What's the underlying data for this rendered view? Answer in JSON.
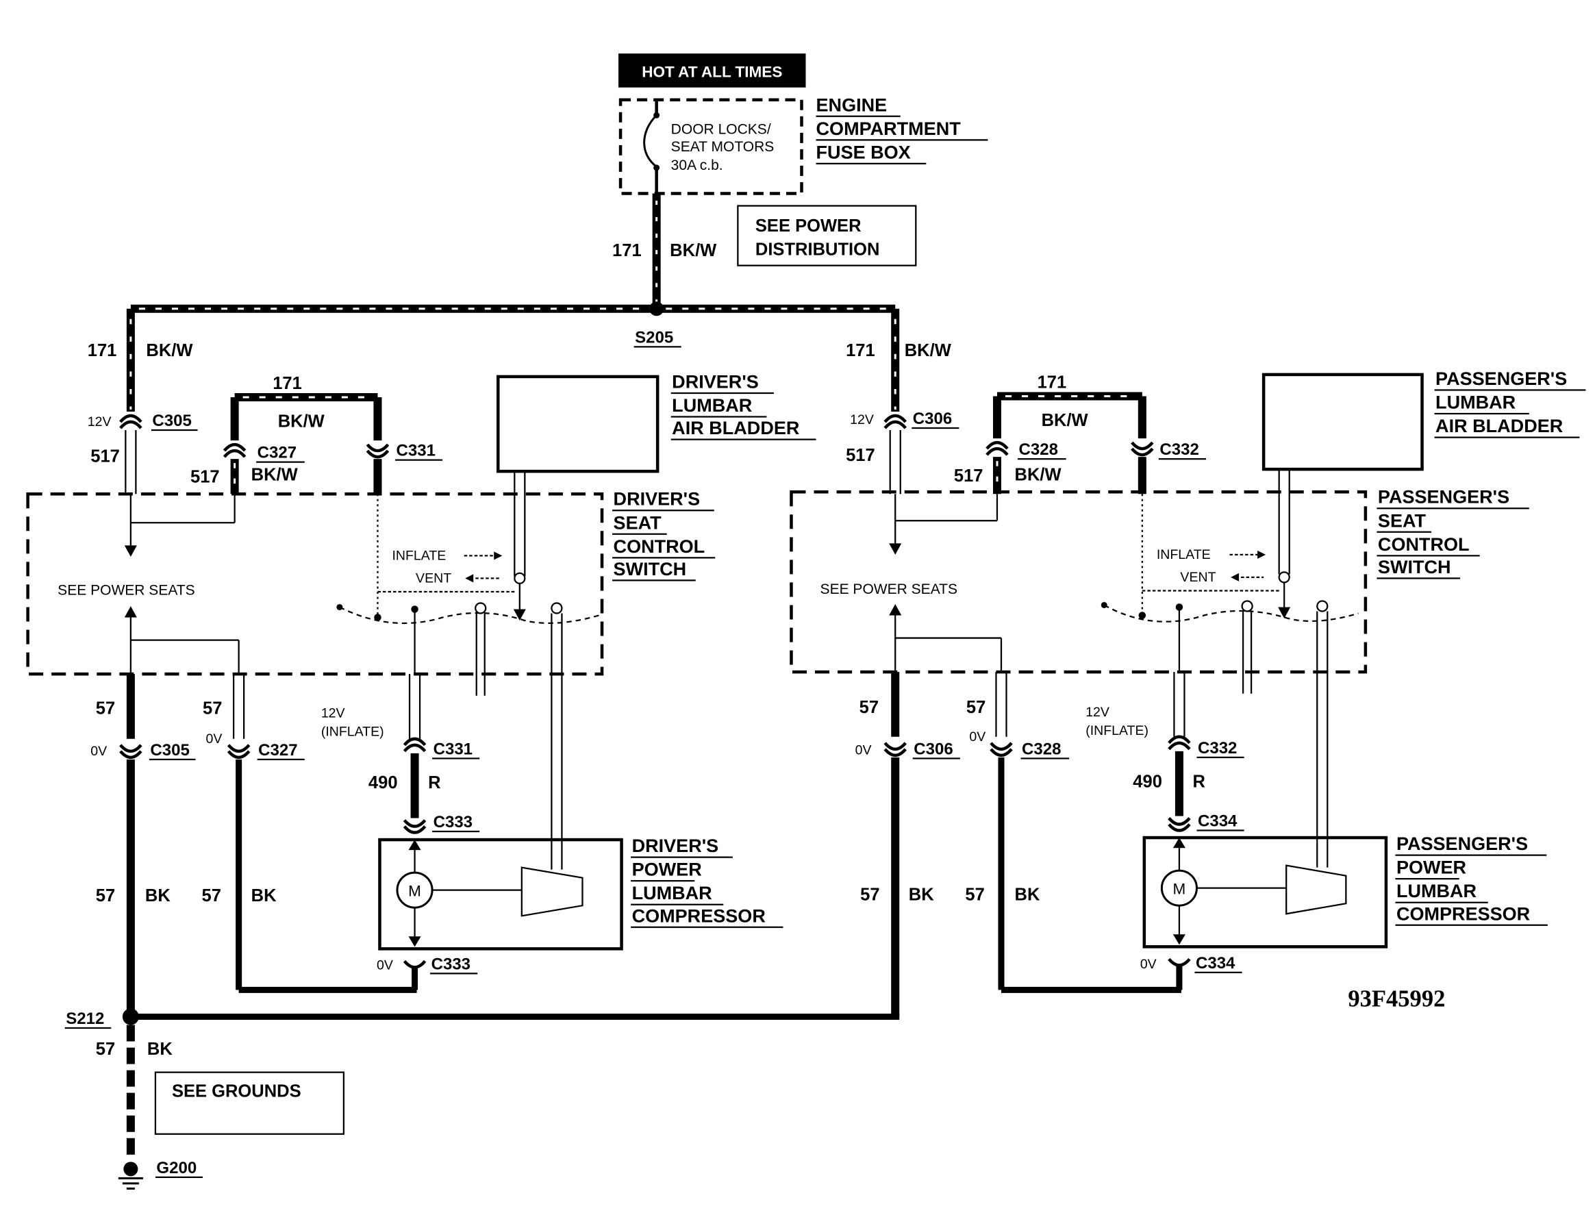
{
  "hot_label": "HOT AT ALL TIMES",
  "fuse": {
    "line1": "DOOR LOCKS/",
    "line2": "SEAT MOTORS",
    "line3": "30A c.b.",
    "box_line1": "ENGINE",
    "box_line2": "COMPARTMENT",
    "box_line3": "FUSE BOX"
  },
  "see_power_distribution": {
    "line1": "SEE POWER",
    "line2": "DISTRIBUTION"
  },
  "see_grounds": "SEE GROUNDS",
  "see_power_seats": "SEE POWER SEATS",
  "splice_s205": "S205",
  "splice_s212": "S212",
  "ground_g200": "G200",
  "wires": {
    "circuit_171": "171",
    "color_bkw": "BK/W",
    "circuit_517": "517",
    "circuit_57": "57",
    "color_bk": "BK",
    "circuit_490": "490",
    "color_r": "R"
  },
  "voltages": {
    "v12": "12V",
    "v0": "0V",
    "inflate_note": "(INFLATE)"
  },
  "switch_labels": {
    "inflate": "INFLATE",
    "vent": "VENT"
  },
  "motor_label": "M",
  "driver": {
    "bladder": [
      "DRIVER'S",
      "LUMBAR",
      "AIR BLADDER"
    ],
    "switch": [
      "DRIVER'S",
      "SEAT",
      "CONTROL",
      "SWITCH"
    ],
    "compressor": [
      "DRIVER'S",
      "POWER",
      "LUMBAR",
      "COMPRESSOR"
    ],
    "c_main": "C305",
    "c_b": "C327",
    "c_c": "C331",
    "c_comp": "C333"
  },
  "passenger": {
    "bladder": [
      "PASSENGER'S",
      "LUMBAR",
      "AIR BLADDER"
    ],
    "switch": [
      "PASSENGER'S",
      "SEAT",
      "CONTROL",
      "SWITCH"
    ],
    "compressor": [
      "PASSENGER'S",
      "POWER",
      "LUMBAR",
      "COMPRESSOR"
    ],
    "c_main": "C306",
    "c_b": "C328",
    "c_c": "C332",
    "c_comp": "C334"
  },
  "diagram_id": "93F45992"
}
